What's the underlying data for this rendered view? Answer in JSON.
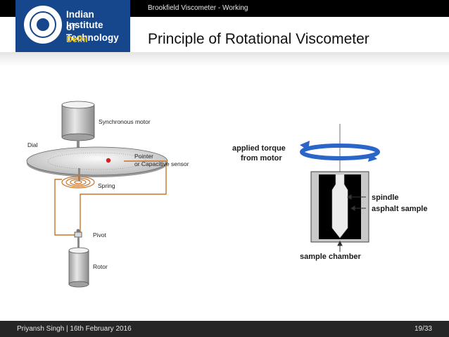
{
  "header": {
    "section": "Brookfield Viscometer -  Working",
    "title": "Principle of Rotational Viscometer"
  },
  "logo": {
    "line1": "Indian Institute",
    "line2": "of Technology",
    "line3": "Delhi"
  },
  "figure_left": {
    "labels": {
      "motor": "Synchronous motor",
      "dial": "Dial",
      "pointer": "Pointer",
      "sensor": "or Capacitive sensor",
      "spring": "Spring",
      "pivot": "Pivot",
      "rotor": "Rotor"
    }
  },
  "figure_right": {
    "labels": {
      "torque_line1": "applied torque",
      "torque_line2": "from motor",
      "spindle": "spindle",
      "sample": "asphalt sample",
      "chamber": "sample chamber"
    },
    "colors": {
      "torque_arrow": "#2a66c8"
    }
  },
  "footer": {
    "credit": "Priyansh Singh | 16th February 2016",
    "page": "19/33"
  }
}
